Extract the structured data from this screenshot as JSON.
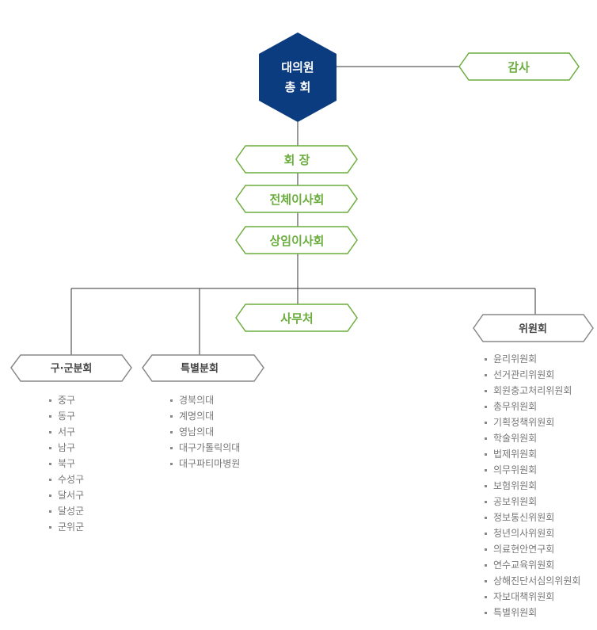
{
  "colors": {
    "navy": "#0b3c80",
    "green": "#6cad3f",
    "gray_border": "#888888",
    "line": "#333333"
  },
  "top": {
    "line1": "대의원",
    "line2": "총 회"
  },
  "audit": "감사",
  "chairman": "회 장",
  "board": "전체이사회",
  "standing_board": "상임이사회",
  "secretariat": "사무처",
  "committees": {
    "title": "위원회",
    "items": [
      "윤리위원회",
      "선거관리위원회",
      "회원충고처리위원회",
      "총무위원회",
      "기획정책위원회",
      "학술위원회",
      "법제위원회",
      "의무위원회",
      "보험위원회",
      "공보위원회",
      "정보통신위원회",
      "청년의사위원회",
      "의료현안연구회",
      "연수교육위원회",
      "상해진단서심의위원회",
      "자보대책위원회",
      "특별위원회"
    ]
  },
  "district": {
    "title": "구·군분회",
    "items": [
      "중구",
      "동구",
      "서구",
      "남구",
      "북구",
      "수성구",
      "달서구",
      "달성군",
      "군위군"
    ]
  },
  "special": {
    "title": "특별분회",
    "items": [
      "경북의대",
      "계명의대",
      "영남의대",
      "대구가톨릭의대",
      "대구파티마병원"
    ]
  }
}
